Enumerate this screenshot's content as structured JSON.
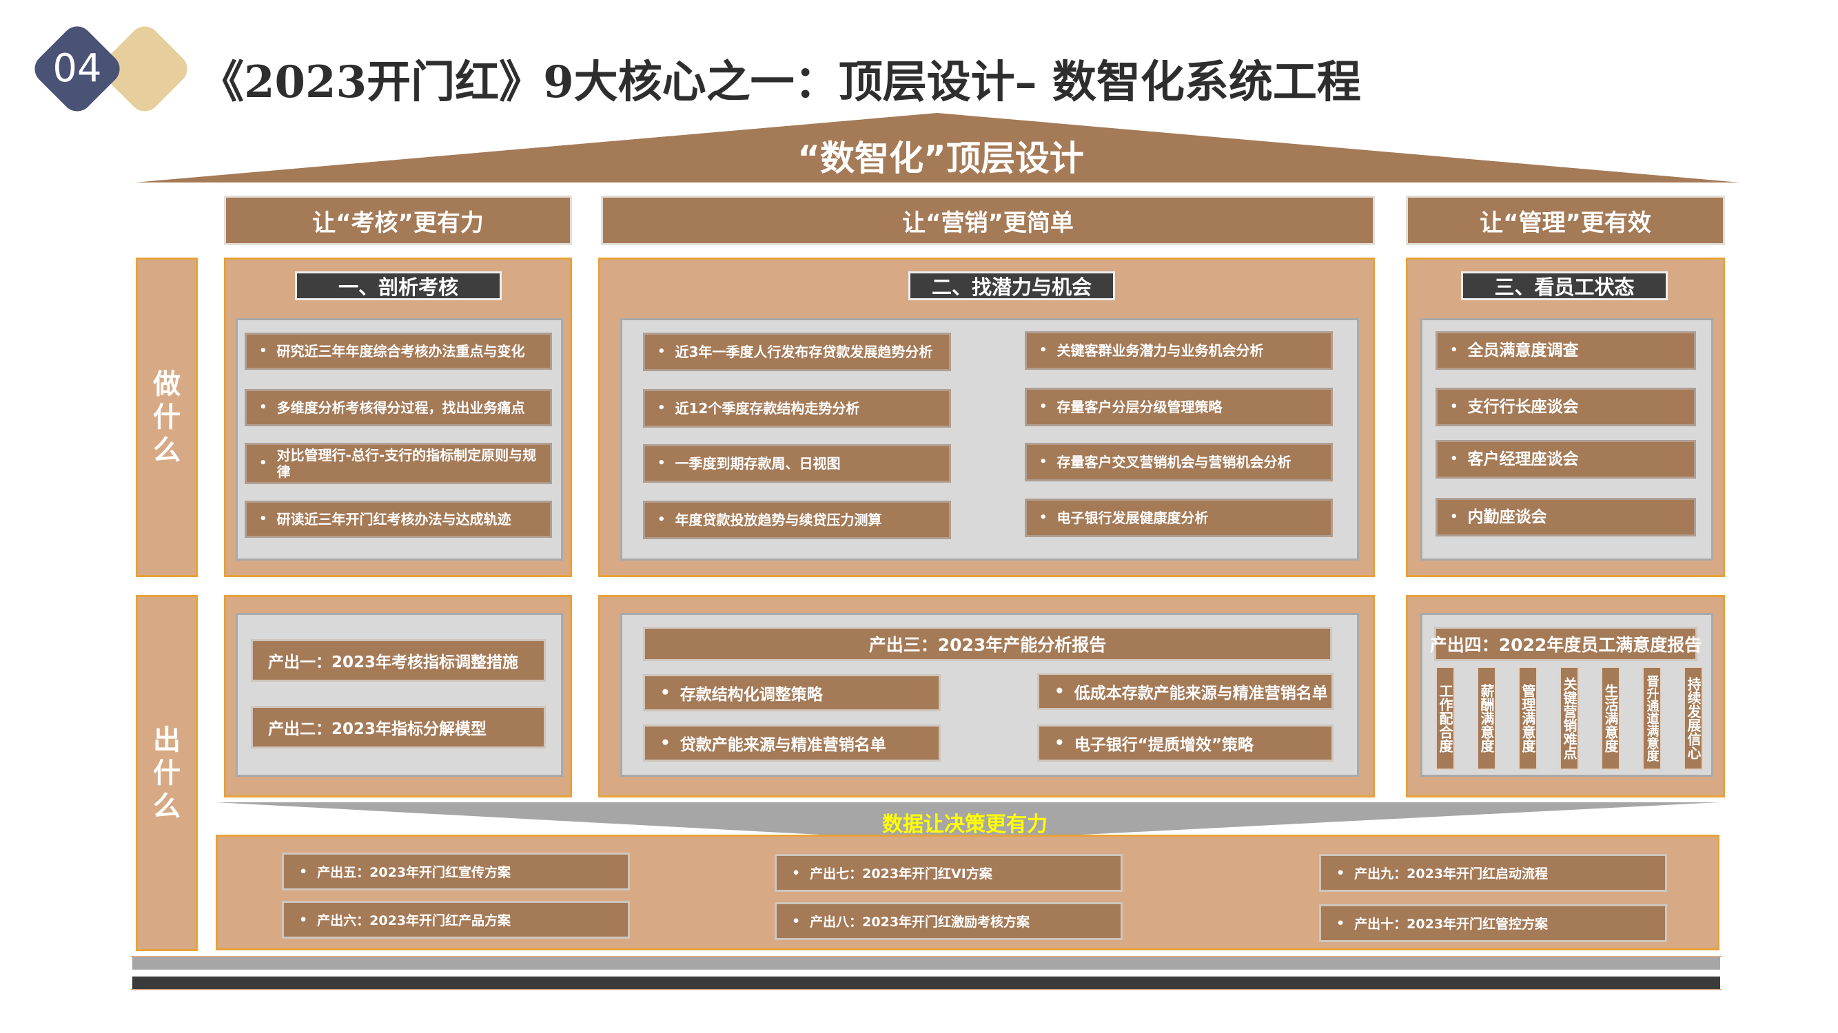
{
  "header": {
    "badge_number": "04",
    "title": "《2023开门红》9大核心之一：顶层设计– 数智化系统工程"
  },
  "roof": {
    "title": "“数智化”顶层设计"
  },
  "pillars": [
    {
      "label": "让“考核”更有力"
    },
    {
      "label": "让“营销”更简单"
    },
    {
      "label": "让“管理”更有效"
    }
  ],
  "side_labels": {
    "what_to_do": [
      "做",
      "什",
      "么"
    ],
    "what_to_output": [
      "出",
      "什",
      "么"
    ]
  },
  "do": {
    "assessment": {
      "title": "一、剖析考核",
      "items": [
        "研究近三年年度综合考核办法重点与变化",
        "多维度分析考核得分过程，找出业务痛点",
        "对比管理行-总行-支行的指标制定原则与规律",
        "研读近三年开门红考核办法与达成轨迹"
      ]
    },
    "marketing": {
      "title": "二、找潜力与机会",
      "left_items": [
        "近3年一季度人行发布存贷款发展趋势分析",
        "近12个季度存款结构走势分析",
        "一季度到期存款周、日视图",
        "年度贷款投放趋势与续贷压力测算"
      ],
      "right_items": [
        "关键客群业务潜力与业务机会分析",
        "存量客户分层分级管理策略",
        "存量客户交叉营销机会与营销机会分析",
        "电子银行发展健康度分析"
      ]
    },
    "management": {
      "title": "三、看员工状态",
      "items": [
        "全员满意度调查",
        "支行行长座谈会",
        "客户经理座谈会",
        "内勤座谈会"
      ]
    }
  },
  "output": {
    "assessment": [
      "产出一：2023年考核指标调整措施",
      "产出二：2023年指标分解模型"
    ],
    "marketing": {
      "title": "产出三：2023年产能分析报告",
      "left_items": [
        "存款结构化调整策略",
        "贷款产能来源与精准营销名单"
      ],
      "right_items": [
        "低成本存款产能来源与精准营销名单",
        "电子银行“提质增效”策略"
      ]
    },
    "management": {
      "title": "产出四：2022年度员工满意度报告",
      "columns": [
        "工作配合度",
        "薪酬满意度",
        "管理满意度",
        "关键营销难点",
        "生活满意度",
        "晋升通道满意度",
        "持续发展信心"
      ]
    }
  },
  "banner": {
    "text": "数据让决策更有力"
  },
  "bottom_outputs": [
    "产出五：2023年开门红宣传方案",
    "产出六：2023年开门红产品方案",
    "产出七：2023年开门红VI方案",
    "产出八：2023年开门红激励考核方案",
    "产出九：2023年开门红启动流程",
    "产出十：2023年开门红管控方案"
  ],
  "bullet": "•",
  "colors": {
    "brown": "#a57a57",
    "tan": "#d7aa85",
    "orange_border": "#e7a23b",
    "navy": "#4a5275",
    "gold": "#e7cf9d",
    "dark_title": "#3e3e3e",
    "banner_text": "#ffff00"
  }
}
